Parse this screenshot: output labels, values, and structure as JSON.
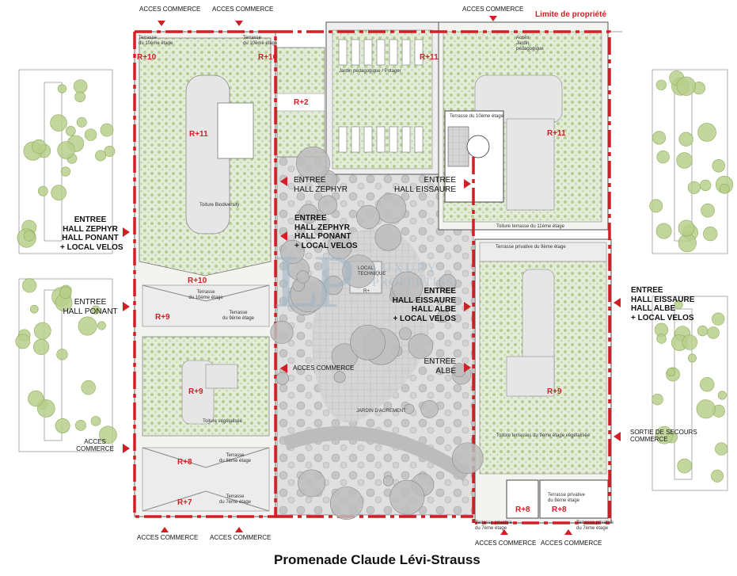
{
  "colors": {
    "red": "#d11f25",
    "vegetation": "#c8d8b0",
    "tree": "#9fbf73",
    "roof": "#e6ede0",
    "courtyard": "#cfcfcf",
    "outline": "#555555"
  },
  "title": "Promenade Claude Lévi-Strauss",
  "limit_label": "Limite de propriété",
  "access": {
    "top_1": "ACCES COMMERCE",
    "top_2": "ACCES COMMERCE",
    "top_3": "ACCES COMMERCE",
    "bottom_1": "ACCES COMMERCE",
    "bottom_2": "ACCES COMMERCE",
    "bottom_3": "ACCES COMMERCE",
    "bottom_4": "ACCES COMMERCE",
    "center": "ACCES COMMERCE",
    "left_line1": "ACCES",
    "left_line2": "COMMERCE",
    "right_line1": "SORTIE DE SECOURS",
    "right_line2": "COMMERCE"
  },
  "entrances": {
    "left_outer": [
      "ENTREE",
      "HALL ZEPHYR",
      "HALL PONANT",
      "+ LOCAL VELOS"
    ],
    "left_ponant": [
      "ENTREE",
      "HALL PONANT"
    ],
    "center_zephyr_top": [
      "ENTREE",
      "HALL ZEPHYR"
    ],
    "center_zephyr_big": [
      "ENTREE",
      "HALL ZEPHYR",
      "HALL PONANT",
      "+ LOCAL VELOS"
    ],
    "center_eissaure_top": [
      "ENTREE",
      "HALL EISSAURE"
    ],
    "center_eissaure_big": [
      "ENTREE",
      "HALL EISSAURE",
      "HALL ALBE",
      "+ LOCAL VELOS"
    ],
    "center_albe": [
      "ENTREE",
      "ALBE"
    ],
    "right_outer": [
      "ENTREE",
      "HALL EISSAURE",
      "HALL ALBE",
      "+ LOCAL VELOS"
    ]
  },
  "levels": {
    "l_r10_a": "R+10",
    "l_r10_b": "R+10",
    "l_r11_left": "R+11",
    "l_r10_mid": "R+10",
    "l_r9_a": "R+9",
    "l_r9_b": "R+9",
    "l_r8": "R+8",
    "l_r7": "R+7",
    "l_r2": "R+2",
    "l_r11_top": "R+11",
    "l_r11_right": "R+11",
    "l_r9_right": "R+9",
    "l_r8_br1": "R+8",
    "l_r8_br2": "R+8"
  },
  "notes": {
    "terr10_a": [
      "Terrasse",
      "du 10ème étage"
    ],
    "terr10_b": [
      "Terrasse",
      "du 10ème étage"
    ],
    "terr10_mid": [
      "Terrasse",
      "du 10ème étage"
    ],
    "terr9": [
      "Terrasse",
      "du 9ème étage"
    ],
    "terr8": [
      "Terrasse",
      "du 8ème étage"
    ],
    "terr7": [
      "Terrasse",
      "du 7ème étage"
    ],
    "toit_bio": "Toiture Biodiversity",
    "toit_veg": "Toiture végétalisée",
    "jardin_peda": "Jardin pédagogique / Potager",
    "acces_jardin": [
      "Accès",
      "Jardin",
      "pédagogique"
    ],
    "terr10_right": "Terrasse du 10ème étage",
    "toit_11": "Toiture terrasse du 11ème étage",
    "terr_priv9": "Terrasse privative du 9ème étage",
    "toit_9": "Toiture terrasses du 9ème étage végétalisée",
    "terr_priv8": [
      "Terrasse privative",
      "du 8ème étage"
    ],
    "terr_priv7a": [
      "Terrasse privative",
      "du 7ème étage"
    ],
    "terr_priv7b": [
      "Terrasse privative",
      "du 7ème étage"
    ],
    "local_tech": [
      "LOCAL",
      "TECHNIQUE"
    ],
    "rplus": "R+",
    "jardin_agrement": "JARDIN D'AGREMENT"
  },
  "watermark": {
    "mark": "LP",
    "line1": "LUXURY",
    "line2": "PROPERTIES"
  }
}
